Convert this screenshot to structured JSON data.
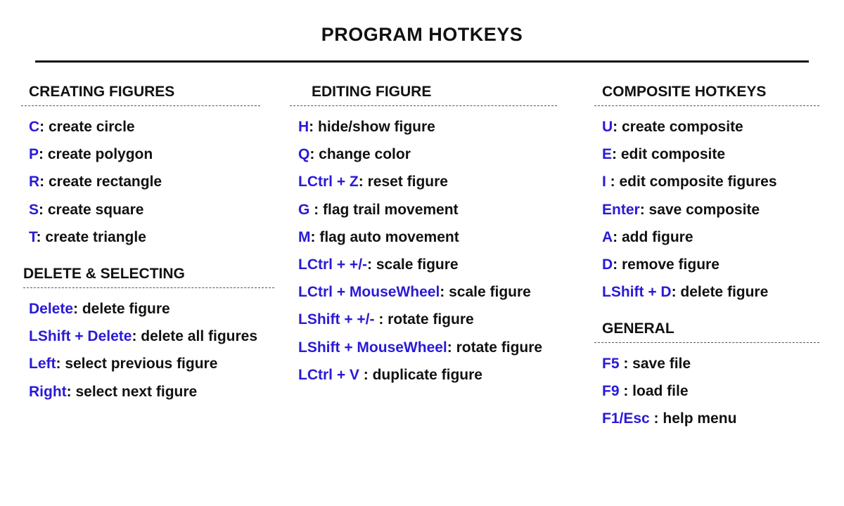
{
  "title": "PROGRAM HOTKEYS",
  "accent_color": "#2a1ad6",
  "sections": {
    "creating": {
      "heading": "CREATING FIGURES",
      "items": [
        {
          "key": "C",
          "desc": ": create circle"
        },
        {
          "key": "P",
          "desc": ": create polygon"
        },
        {
          "key": "R",
          "desc": ": create rectangle"
        },
        {
          "key": "S",
          "desc": ": create square"
        },
        {
          "key": "T",
          "desc": ": create triangle"
        }
      ]
    },
    "delete_selecting": {
      "heading": "DELETE & SELECTING",
      "items": [
        {
          "key": "Delete",
          "desc": ": delete figure"
        },
        {
          "key": "LShift + Delete",
          "desc": ": delete all figures"
        },
        {
          "key": "Left",
          "desc": ": select previous figure"
        },
        {
          "key": "Right",
          "desc": ": select next figure"
        }
      ]
    },
    "editing": {
      "heading": "EDITING FIGURE",
      "items": [
        {
          "key": "H",
          "desc": ": hide/show figure"
        },
        {
          "key": "Q",
          "desc": ": change color"
        },
        {
          "key": "LCtrl + Z",
          "desc": ": reset figure"
        },
        {
          "key": "G",
          "desc": " : flag trail movement"
        },
        {
          "key": "M",
          "desc": ": flag auto movement"
        },
        {
          "key": "LCtrl + +/-",
          "desc": ": scale figure"
        },
        {
          "key": "LCtrl + MouseWheel",
          "desc": ": scale figure"
        },
        {
          "key": "LShift + +/-",
          "desc": " : rotate figure"
        },
        {
          "key": "LShift + MouseWheel",
          "desc": ": rotate figure"
        },
        {
          "key": "LCtrl + V",
          "desc": " : duplicate figure"
        }
      ]
    },
    "composite": {
      "heading": "COMPOSITE HOTKEYS",
      "items": [
        {
          "key": "U",
          "desc": ": create composite"
        },
        {
          "key": "E",
          "desc": ": edit composite"
        },
        {
          "key": "I",
          "desc": " : edit composite figures"
        },
        {
          "key": "Enter",
          "desc": ": save composite"
        },
        {
          "key": "A",
          "desc": ": add figure"
        },
        {
          "key": "D",
          "desc": ": remove figure"
        },
        {
          "key": "LShift + D",
          "desc": ": delete figure"
        }
      ]
    },
    "general": {
      "heading": "GENERAL",
      "items": [
        {
          "key": "F5",
          "desc": " : save file"
        },
        {
          "key": "F9",
          "desc": " : load file"
        },
        {
          "key": "F1/Esc",
          "desc": " : help menu"
        }
      ]
    }
  }
}
